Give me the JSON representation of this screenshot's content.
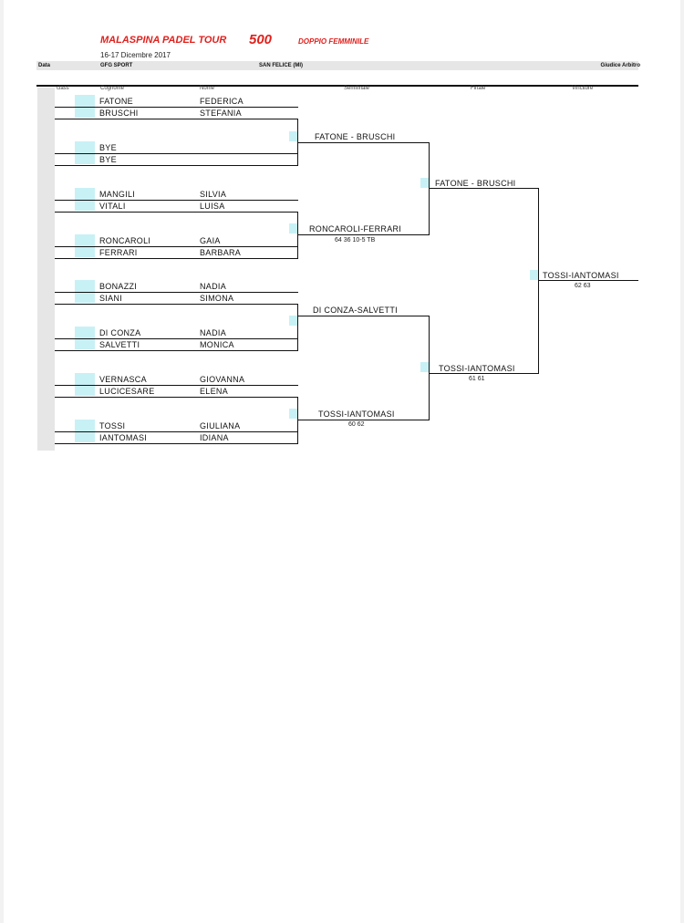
{
  "header": {
    "title": "MALASPINA PADEL TOUR",
    "level": "500",
    "category": "DOPPIO FEMMINILE",
    "dates": "16-17 Dicembre 2017",
    "data_label": "Data",
    "club": "GFG SPORT",
    "location": "SAN FELICE (MI)",
    "referee_label": "Giudice Arbitro"
  },
  "columns": {
    "class": "class",
    "surname": "Cognome",
    "name": "Nome",
    "semifinal": "Semifinale",
    "final": "Finale",
    "winner": "Vincitore"
  },
  "players": [
    {
      "surname": "FATONE",
      "name": "FEDERICA"
    },
    {
      "surname": "BRUSCHI",
      "name": "STEFANIA"
    },
    {
      "surname": "BYE",
      "name": ""
    },
    {
      "surname": "BYE",
      "name": ""
    },
    {
      "surname": "MANGILI",
      "name": "SILVIA"
    },
    {
      "surname": "VITALI",
      "name": "LUISA"
    },
    {
      "surname": "RONCAROLI",
      "name": "GAIA"
    },
    {
      "surname": "FERRARI",
      "name": "BARBARA"
    },
    {
      "surname": "BONAZZI",
      "name": "NADIA"
    },
    {
      "surname": "SIANI",
      "name": "SIMONA"
    },
    {
      "surname": "DI CONZA",
      "name": "NADIA"
    },
    {
      "surname": "SALVETTI",
      "name": "MONICA"
    },
    {
      "surname": "VERNASCA",
      "name": "GIOVANNA"
    },
    {
      "surname": "LUCICESARE",
      "name": "ELENA"
    },
    {
      "surname": "TOSSI",
      "name": "GIULIANA"
    },
    {
      "surname": "IANTOMASI",
      "name": "IDIANA"
    }
  ],
  "round2": [
    {
      "team": "FATONE - BRUSCHI",
      "score": ""
    },
    {
      "team": "RONCAROLI-FERRARI",
      "score": "64 36 10-5 TB"
    },
    {
      "team": "DI CONZA-SALVETTI",
      "score": ""
    },
    {
      "team": "TOSSI-IANTOMASI",
      "score": "60 62"
    }
  ],
  "round3": [
    {
      "team": "FATONE - BRUSCHI",
      "score": ""
    },
    {
      "team": "TOSSI-IANTOMASI",
      "score": "61 61"
    }
  ],
  "winner": {
    "team": "TOSSI-IANTOMASI",
    "score": "62 63"
  }
}
